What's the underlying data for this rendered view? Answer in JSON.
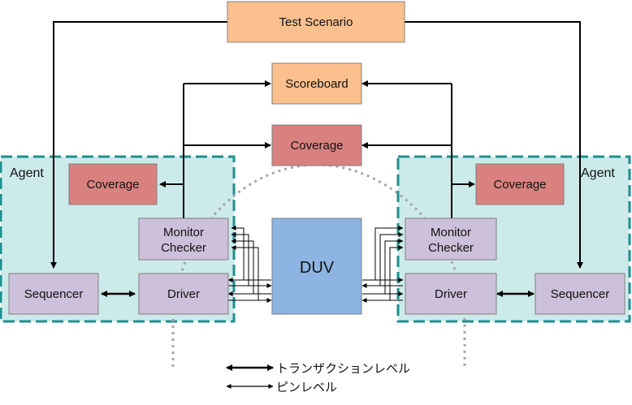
{
  "agents": {
    "left_label": "Agent",
    "right_label": "Agent"
  },
  "blocks": {
    "test_scenario": "Test Scenario",
    "scoreboard": "Scoreboard",
    "coverage_center": "Coverage",
    "coverage_left": "Coverage",
    "coverage_right": "Coverage",
    "monitor_left_line1": "Monitor",
    "monitor_left_line2": "Checker",
    "monitor_right_line1": "Monitor",
    "monitor_right_line2": "Checker",
    "sequencer_left": "Sequencer",
    "sequencer_right": "Sequencer",
    "driver_left": "Driver",
    "driver_right": "Driver",
    "duv": "DUV"
  },
  "legend": {
    "transaction_level": "トランザクションレベル",
    "pin_level": "ピンレベル"
  },
  "colors": {
    "orange_fill": "#fbc08e",
    "red_fill": "#d9817f",
    "lavender_fill": "#cdc0da",
    "blue_fill": "#8db4e2",
    "agent_fill": "#cdeaea",
    "agent_border": "#1f8f8f"
  }
}
